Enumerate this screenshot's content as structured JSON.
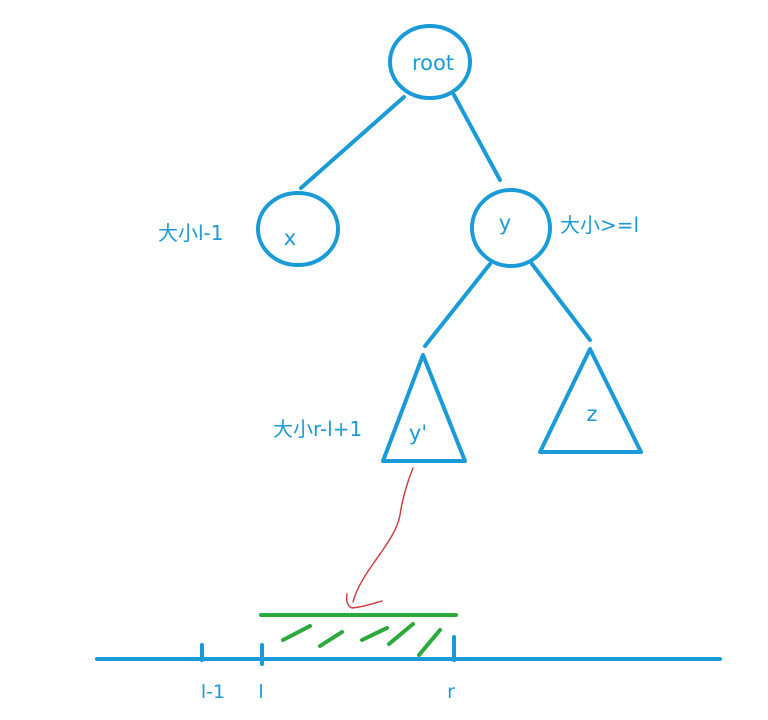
{
  "tree": {
    "root": {
      "label": "root"
    },
    "left_child": {
      "label": "x",
      "size_label": "大小l-1"
    },
    "right_child": {
      "label": "y",
      "size_label": "大小>=l"
    },
    "left_subtree": {
      "label": "y'",
      "size_label": "大小r-l+1"
    },
    "right_subtree": {
      "label": "z"
    }
  },
  "number_line": {
    "ticks": [
      {
        "label": "l-1"
      },
      {
        "label": "l"
      },
      {
        "label": "r"
      }
    ]
  },
  "colors": {
    "diagram_blue": "#1A9BD7",
    "interval_green": "#2BAA3C",
    "arrow_red": "#D0383A"
  }
}
